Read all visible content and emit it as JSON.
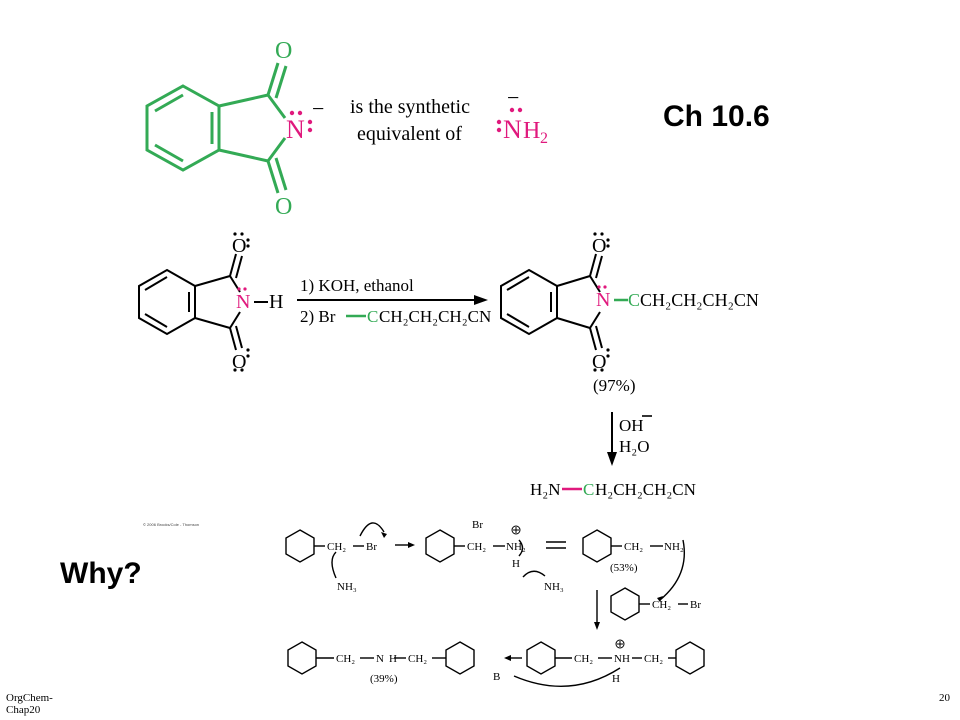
{
  "slide": {
    "title": "Ch 10.6",
    "question": "Why?",
    "footer_left": "OrgChem-Chap20",
    "page_number": "20",
    "copyright": "© 2006 Brooks/Cole - Thomson"
  },
  "top_scheme": {
    "o_top": "O",
    "o_bottom": "O",
    "n_label": "N",
    "charge": "−",
    "text_line1": "is the synthetic",
    "text_line2": "equivalent of",
    "amide_n": "N",
    "amide_h": "H",
    "amide_sub": "2"
  },
  "gabriel": {
    "reagent1": "1) KOH, ethanol",
    "reagent2_br": "2) Br",
    "reagent2_chain": "CH₂CH₂CH₂CN",
    "reactant_n": "N",
    "reactant_h": "H",
    "product_n": "N",
    "product_chain": "CH₂CH₂CH₂CN",
    "product_c": "C",
    "yield": "(97%)",
    "hydrolysis_1": "OH",
    "hydrolysis_2": "H₂O",
    "final_amine": "H₂N",
    "final_c": "C",
    "final_chain": "H₂CH₂CH₂CN",
    "o": "O"
  },
  "alkylation": {
    "ch2": "CH₂",
    "br": "Br",
    "nh3": "NH₃",
    "nh2": "NH₂",
    "h": "H",
    "yield1": "(53%)",
    "yield2": "(39%)",
    "base": "B",
    "nh": "NH"
  }
}
